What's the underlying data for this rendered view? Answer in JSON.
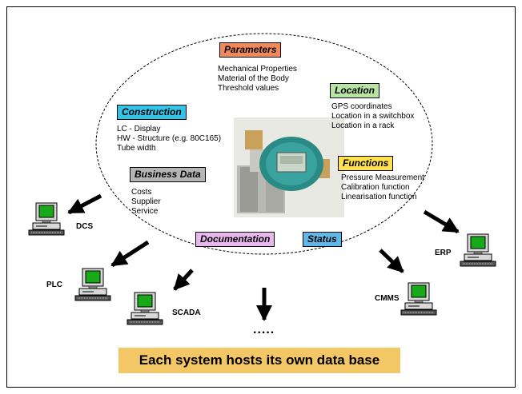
{
  "parameters": {
    "title": "Parameters",
    "lines": [
      "Mechanical Properties",
      "Material of the Body",
      "Threshold values"
    ]
  },
  "location": {
    "title": "Location",
    "lines": [
      "GPS coordinates",
      "Location in a switchbox",
      "Location in a rack"
    ]
  },
  "construction": {
    "title": "Construction",
    "lines": [
      "LC - Display",
      "HW - Structure (e.g. 80C165)",
      "Tube width"
    ]
  },
  "functions": {
    "title": "Functions",
    "lines": [
      "Pressure Measurement",
      "Calibration function",
      "Linearisation function"
    ]
  },
  "business": {
    "title": "Business Data",
    "lines": [
      "Costs",
      "Supplier",
      "Service"
    ]
  },
  "documentation": {
    "title": "Documentation"
  },
  "status": {
    "title": "Status"
  },
  "systems": {
    "dcs": "DCS",
    "plc": "PLC",
    "scada": "SCADA",
    "cmms": "CMMS",
    "erp": "ERP"
  },
  "ellipsis": ".....",
  "banner": "Each system hosts its own data base",
  "colors": {
    "parameters": "#f08a5d",
    "location": "#b7e4a3",
    "construction": "#33c3e6",
    "functions": "#ffe14d",
    "business": "#b5b5b5",
    "documentation": "#e8b7ee",
    "status": "#5fb8e8",
    "banner": "#f4c766",
    "screen": "#18a918"
  },
  "icons": {
    "computer": "desktop-computer-icon",
    "device": "pressure-transmitter-icon",
    "arrow": "arrow-icon"
  }
}
